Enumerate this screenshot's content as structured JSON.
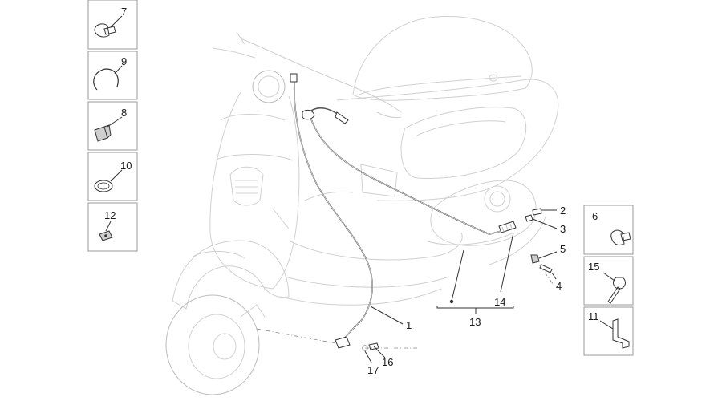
{
  "thumbnails_left": [
    {
      "label": "7",
      "icon": "hose-clamp-icon"
    },
    {
      "label": "9",
      "icon": "spring-ring-icon"
    },
    {
      "label": "8",
      "icon": "cable-clip-icon"
    },
    {
      "label": "10",
      "icon": "band-clamp-icon"
    },
    {
      "label": "12",
      "icon": "clip-nut-icon"
    }
  ],
  "thumbnails_right": [
    {
      "label": "6",
      "icon": "clamp-icon"
    },
    {
      "label": "15",
      "icon": "cable-tie-icon"
    },
    {
      "label": "11",
      "icon": "bracket-icon"
    }
  ],
  "callouts": [
    {
      "label": "1"
    },
    {
      "label": "2"
    },
    {
      "label": "3"
    },
    {
      "label": "4"
    },
    {
      "label": "5"
    },
    {
      "label": "13"
    },
    {
      "label": "14"
    },
    {
      "label": "16"
    },
    {
      "label": "17"
    }
  ]
}
